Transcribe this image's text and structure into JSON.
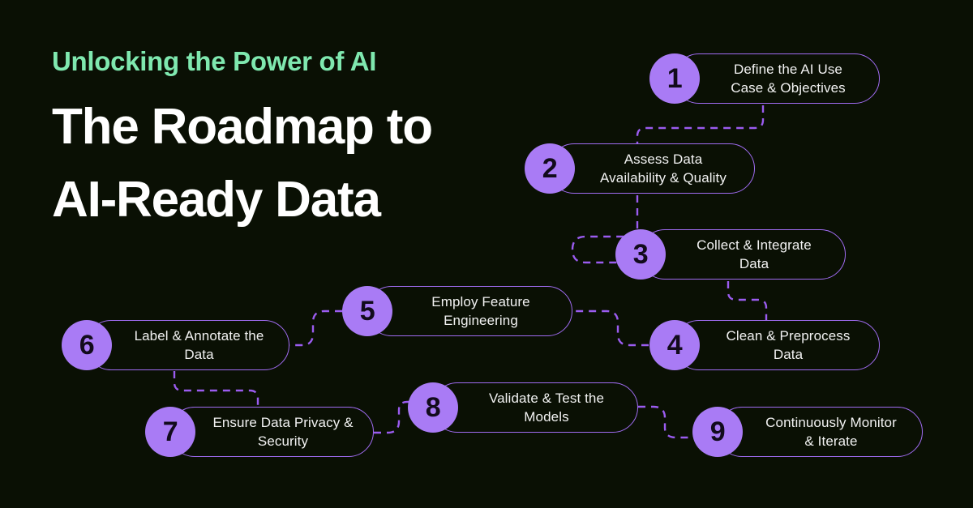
{
  "background_color": "#0a1004",
  "accent_purple": "#a97bf5",
  "outline_purple": "#a06cf2",
  "connector_purple": "#9b5cf0",
  "accent_green": "#7fe8af",
  "heading": {
    "eyebrow": "Unlocking the Power of AI",
    "title_line_1": "The Roadmap to",
    "title_line_2": "AI-Ready Data"
  },
  "steps": [
    {
      "number": "1",
      "label": "Define the AI Use\nCase & Objectives"
    },
    {
      "number": "2",
      "label": "Assess Data\nAvailability & Quality"
    },
    {
      "number": "3",
      "label": "Collect & Integrate\nData"
    },
    {
      "number": "4",
      "label": "Clean & Preprocess\nData"
    },
    {
      "number": "5",
      "label": "Employ Feature\nEngineering"
    },
    {
      "number": "6",
      "label": "Label & Annotate the\nData"
    },
    {
      "number": "7",
      "label": "Ensure Data Privacy &\nSecurity"
    },
    {
      "number": "8",
      "label": "Validate & Test the\nModels"
    },
    {
      "number": "9",
      "label": "Continuously Monitor\n& Iterate"
    }
  ]
}
